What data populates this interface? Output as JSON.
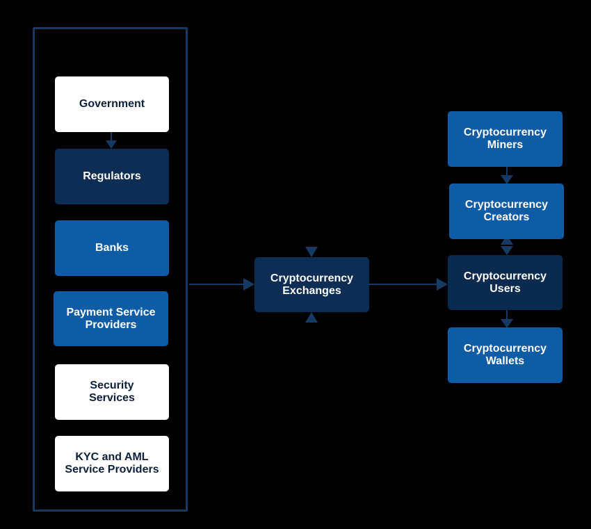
{
  "diagram": {
    "left_group": {
      "nodes": [
        {
          "label": "Government",
          "style": "white"
        },
        {
          "label": "Regulators",
          "style": "navy"
        },
        {
          "label": "Banks",
          "style": "blue"
        },
        {
          "label": "Payment Service\nProviders",
          "style": "blue"
        },
        {
          "label": "Security\nServices",
          "style": "white"
        },
        {
          "label": "KYC and AML\nService Providers",
          "style": "white"
        }
      ]
    },
    "center": {
      "label": "Cryptocurrency\nExchanges"
    },
    "right_group": {
      "nodes": [
        {
          "label": "Cryptocurrency\nMiners",
          "style": "blue"
        },
        {
          "label": "Cryptocurrency\nCreators",
          "style": "blue"
        },
        {
          "label": "Cryptocurrency\nUsers",
          "style": "dark"
        },
        {
          "label": "Cryptocurrency\nWallets",
          "style": "blue"
        }
      ]
    },
    "colors": {
      "background": "#000000",
      "frame": "#173a64",
      "connector": "#173a64",
      "white_box": "#ffffff",
      "navy_box": "#0d2d55",
      "blue_box": "#0f5ca6",
      "dark_box": "#0b2a4f"
    }
  }
}
